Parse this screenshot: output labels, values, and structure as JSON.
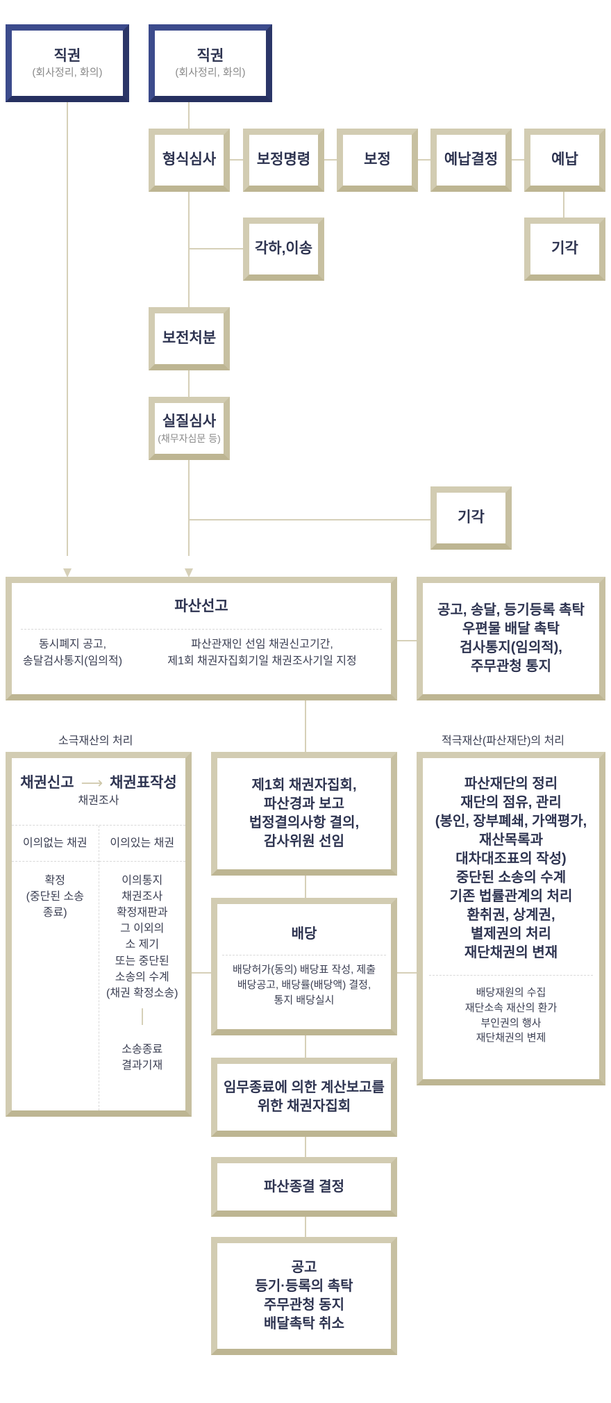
{
  "top": {
    "left": {
      "title": "직권",
      "sub": "(회사정리, 화의)"
    },
    "right": {
      "title": "직권",
      "sub": "(회사정리, 화의)"
    }
  },
  "row1": [
    "형식심사",
    "보정명령",
    "보정",
    "예납결정",
    "예납"
  ],
  "reject1": "각하,이송",
  "reject2": "기각",
  "preserve": "보전처분",
  "substantive": {
    "title": "실질심사",
    "sub": "(채무자심문 등)"
  },
  "reject3": "기각",
  "bankruptcy": {
    "title": "파산선고",
    "left": [
      "동시폐지 공고,",
      "송달검사통지(임의적)"
    ],
    "right": [
      "파산관재인 선임 채권신고기간,",
      "제1회 채권자집회기일 채권조사기일 지정"
    ]
  },
  "notice_box": [
    "공고, 송달, 등기등록 촉탁",
    "우편물 배달 촉탁",
    "검사통지(임의적),",
    "주무관청 통지"
  ],
  "label_passive": "소극재산의 처리",
  "label_active": "적극재산(파산재단)의 처리",
  "claims": {
    "report": "채권신고",
    "table": "채권표작성",
    "investigation": "채권조사",
    "no_objection": "이의없는 채권",
    "objection": "이의있는 채권",
    "confirm": [
      "확정",
      "(중단된 소송",
      "종료)"
    ],
    "objection_steps": [
      "이의통지",
      "채권조사",
      "확정재판과",
      "그 이외의",
      "소 제기",
      "또는 중단된",
      "소송의 수계",
      "(채권 확정소송)"
    ],
    "end": [
      "소송종료",
      "결과기재"
    ]
  },
  "first_meeting": [
    "제1회 채권자집회,",
    "파산경과 보고",
    "법정결의사항 결의,",
    "감사위원 선임"
  ],
  "distribution": {
    "title": "배당",
    "lines": [
      "배당허가(동의) 배당표 작성, 제출",
      "배당공고, 배당률(배당액) 결정,",
      "통지 배당실시"
    ]
  },
  "final_meeting": [
    "임무종료에 의한 계산보고를",
    "위한 채권자집회"
  ],
  "closing": "파산종결 결정",
  "final_notice": [
    "공고",
    "등기·등록의 촉탁",
    "주무관청 동지",
    "배달촉탁 취소"
  ],
  "estate": {
    "main": [
      "파산재단의 정리",
      "재단의 점유, 관리",
      "(봉인, 장부폐쇄, 가액평가,",
      "재산목록과",
      "대차대조표의 작성)",
      "중단된 소송의 수계",
      "기존 법률관계의 처리",
      "환취권, 상계권,",
      "별제권의 처리",
      "재단채권의 변재"
    ],
    "sub": [
      "배당재원의 수집",
      "재단소속 재산의 환가",
      "부인권의 행사",
      "재단채권의 변제"
    ]
  }
}
